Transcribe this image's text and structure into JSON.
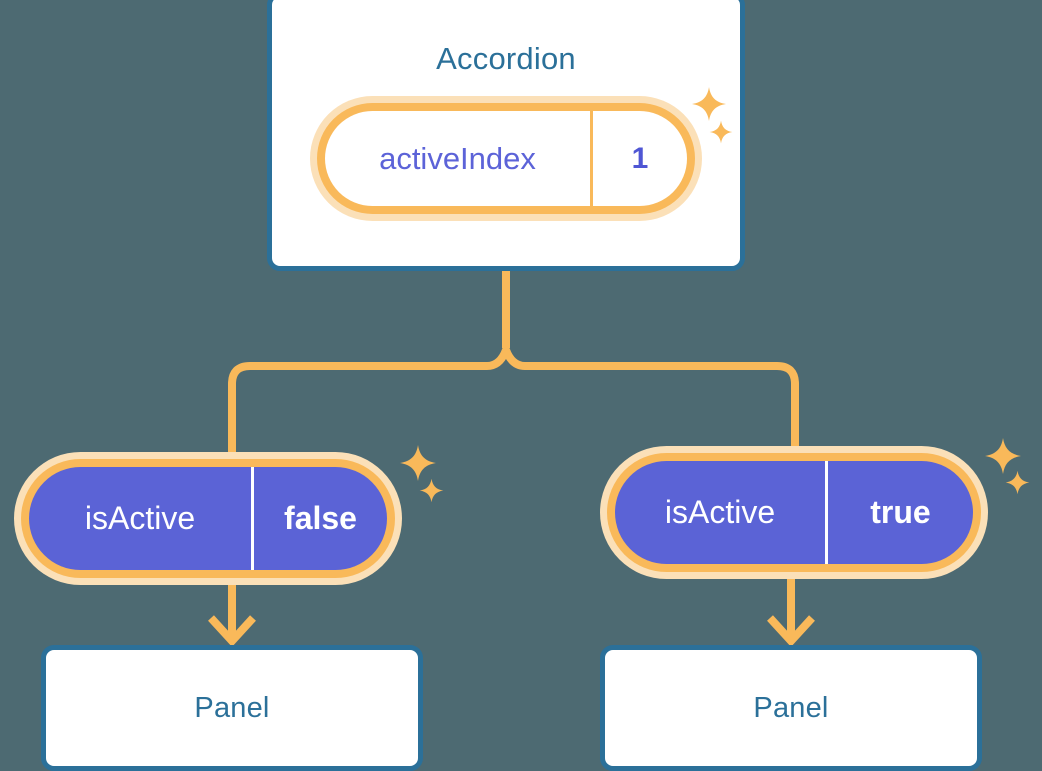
{
  "theme": {
    "background": "#4d6a72",
    "card_background": "#ffffff",
    "card_border": "#2b7099",
    "title_color": "#2b7099",
    "accent_amber": "#f9b95a",
    "accent_amber_soft": "#fbe0b8",
    "pill_indigo": "#5b63d6",
    "pill_text_indigo": "#5c63d8",
    "pill_text_white": "#ffffff"
  },
  "tree": {
    "root": {
      "title": "Accordion",
      "state_badge": {
        "key": "activeIndex",
        "value": "1"
      }
    },
    "children": [
      {
        "prop_badge": {
          "key": "isActive",
          "value": "false"
        },
        "title": "Panel"
      },
      {
        "prop_badge": {
          "key": "isActive",
          "value": "true"
        },
        "title": "Panel"
      }
    ]
  },
  "decorations": {
    "sparkles": [
      {
        "name": "sparkle-accordion-large"
      },
      {
        "name": "sparkle-accordion-small"
      },
      {
        "name": "sparkle-left-large"
      },
      {
        "name": "sparkle-left-small"
      },
      {
        "name": "sparkle-right-large"
      },
      {
        "name": "sparkle-right-small"
      }
    ],
    "connector_icon": "branch-connector",
    "arrow_icon": "arrow-down-icon"
  }
}
